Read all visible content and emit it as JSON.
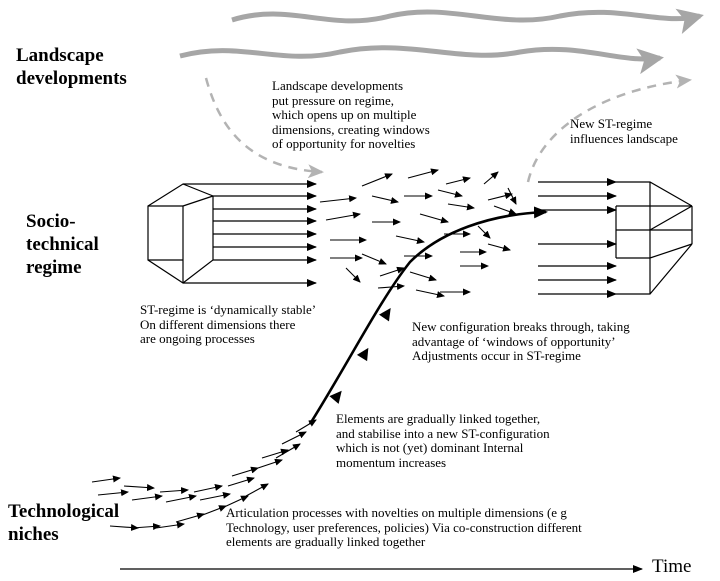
{
  "levels": {
    "landscape": "Landscape\ndevelopments",
    "regime": "Socio-\ntechnical\nregime",
    "niches": "Technological\nniches"
  },
  "annotations": {
    "landscape_pressure": "Landscape  developments\nput pressure on regime,\nwhich opens up on multiple\ndimensions, creating windows\nof opportunity for novelties",
    "new_regime_influence": "New ST-regime\ninfluences landscape",
    "dynamically_stable": "ST-regime  is ‘dynamically stable’\nOn different dimensions there\nare ongoing processes",
    "breakthrough": "New configuration breaks through, taking\nadvantage of ‘windows of opportunity’\nAdjustments occur in ST-regime",
    "linked_together": "Elements are gradually linked together,\nand stabilise into  a new ST-configuration\nwhich is not (yet) dominant  Internal\nmomentum  increases",
    "articulation": "Articulation processes with novelties on multiple dimensions (e g\nTechnology, user preferences, policies)  Via co-construction different\nelements are gradually linked together"
  },
  "axis": {
    "time_label": "Time"
  },
  "colors": {
    "ink": "#000000",
    "landscape_arrow": "#a6a6a6",
    "dashed_arrow": "#b3b3b3"
  }
}
